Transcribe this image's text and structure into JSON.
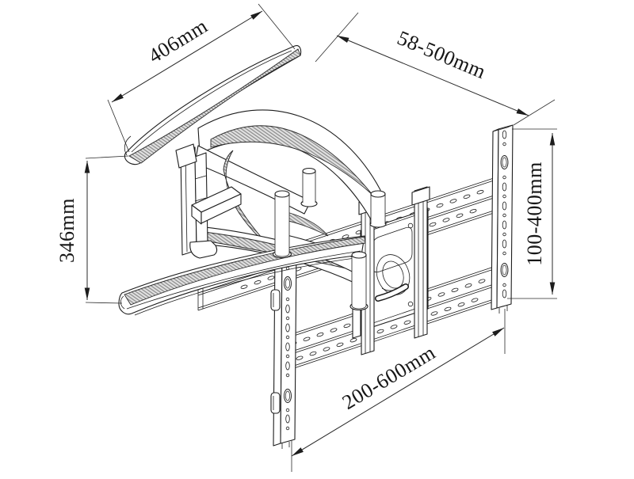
{
  "diagram": {
    "dimensions": {
      "tv_plate_width": "406mm",
      "extension_range": "58-500mm",
      "tv_plate_height": "346mm",
      "wall_plate_height_range": "100-400mm",
      "wall_plate_width_range": "200-600mm"
    },
    "colors": {
      "background": "#ffffff",
      "line": "#1d1d1d",
      "hatch_fill": "#e2e2e2",
      "hatch_line": "#8f8f8f"
    }
  }
}
